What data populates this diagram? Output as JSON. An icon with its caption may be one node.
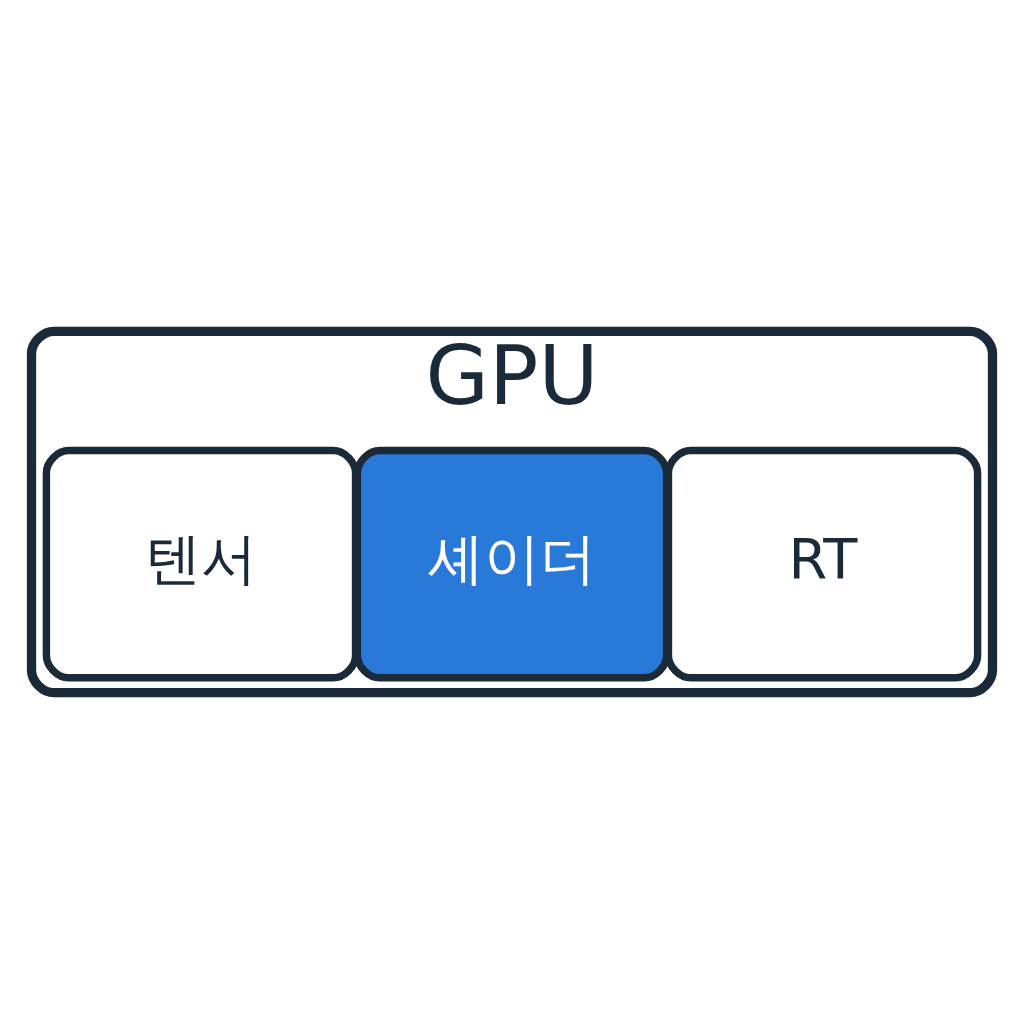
{
  "diagram": {
    "nodes": [
      {
        "text": [
          "GPU"
        ]
      },
      {
        "text": [
          "텐서"
        ],
        "in": 0
      },
      {
        "text": [
          "셰이더"
        ],
        "in": 0
      },
      {
        "text": [
          "RT"
        ],
        "in": 0
      }
    ]
  }
}
